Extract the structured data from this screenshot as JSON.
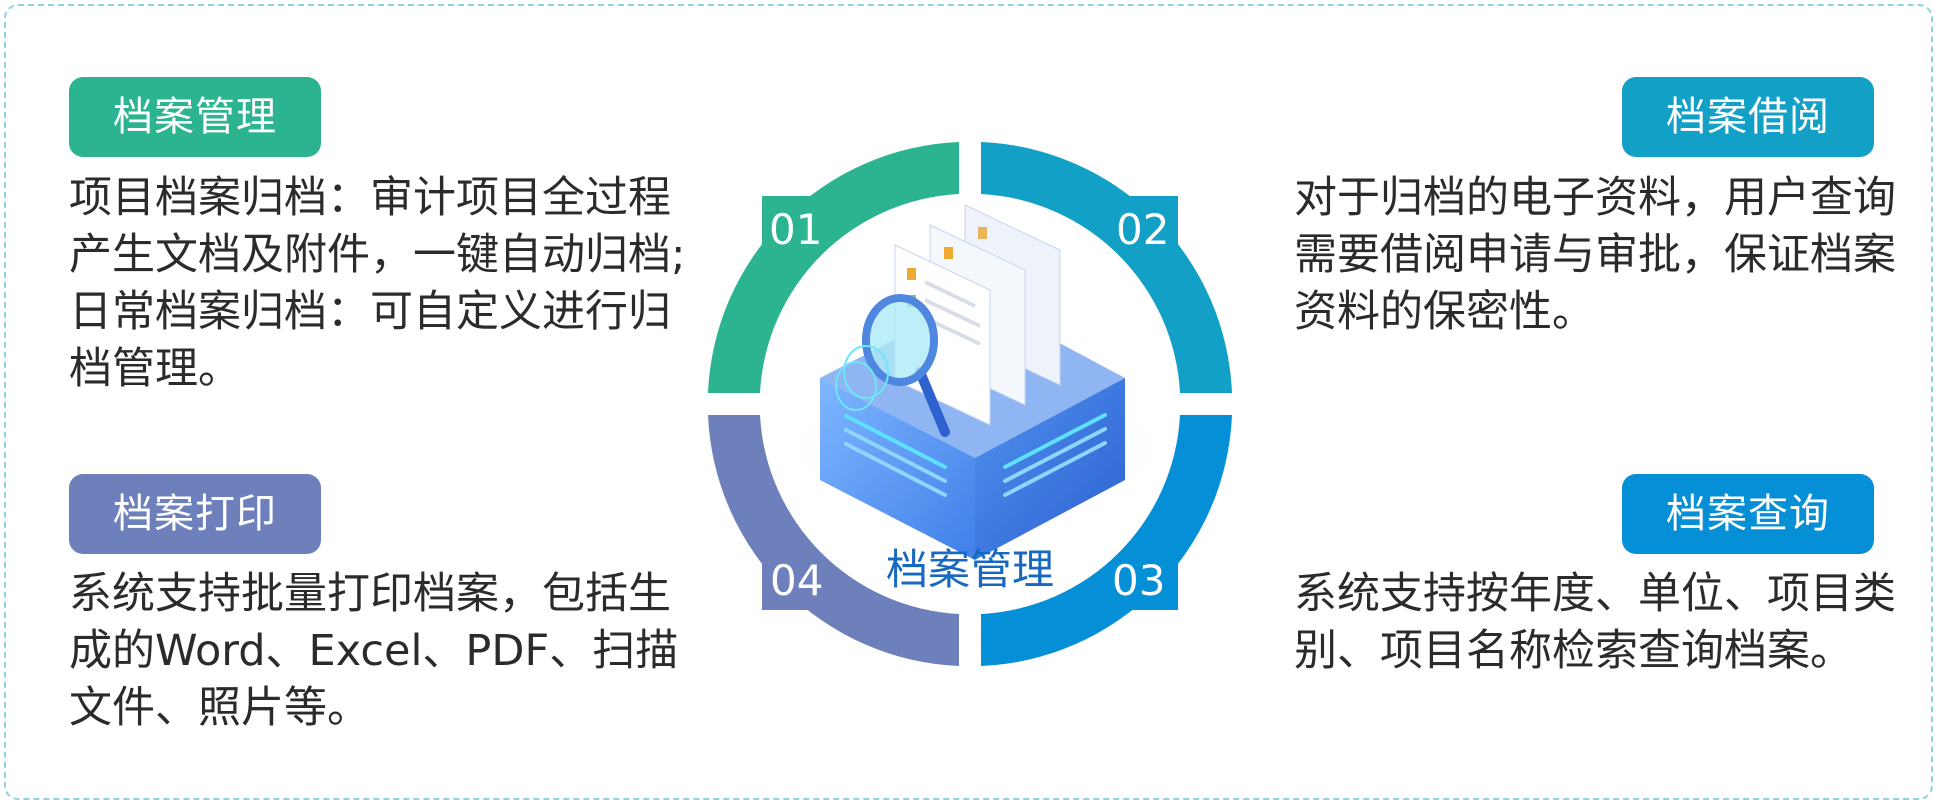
{
  "colors": {
    "green": "#2bb48f",
    "teal": "#13a0c6",
    "blue": "#058fd6",
    "purple": "#6d80bc",
    "center_text": "#1768c0"
  },
  "center": {
    "label": "档案管理",
    "icon": "archive-box-magnifier-icon"
  },
  "quadrants": [
    {
      "number": "01",
      "title": "档案管理",
      "lines": [
        "项目档案归档：审计项目全过程",
        "产生文档及附件，一键自动归档;",
        "日常档案归档：可自定义进行归",
        "档管理。"
      ]
    },
    {
      "number": "02",
      "title": "档案借阅",
      "lines": [
        "对于归档的电子资料，用户查询",
        "需要借阅申请与审批，保证档案",
        "资料的保密性。"
      ]
    },
    {
      "number": "03",
      "title": "档案查询",
      "lines": [
        "系统支持按年度、单位、项目类",
        "别、项目名称检索查询档案。"
      ]
    },
    {
      "number": "04",
      "title": "档案打印",
      "lines": [
        "系统支持批量打印档案，包括生",
        "成的Word、Excel、PDF、扫描",
        "文件、照片等。"
      ]
    }
  ]
}
